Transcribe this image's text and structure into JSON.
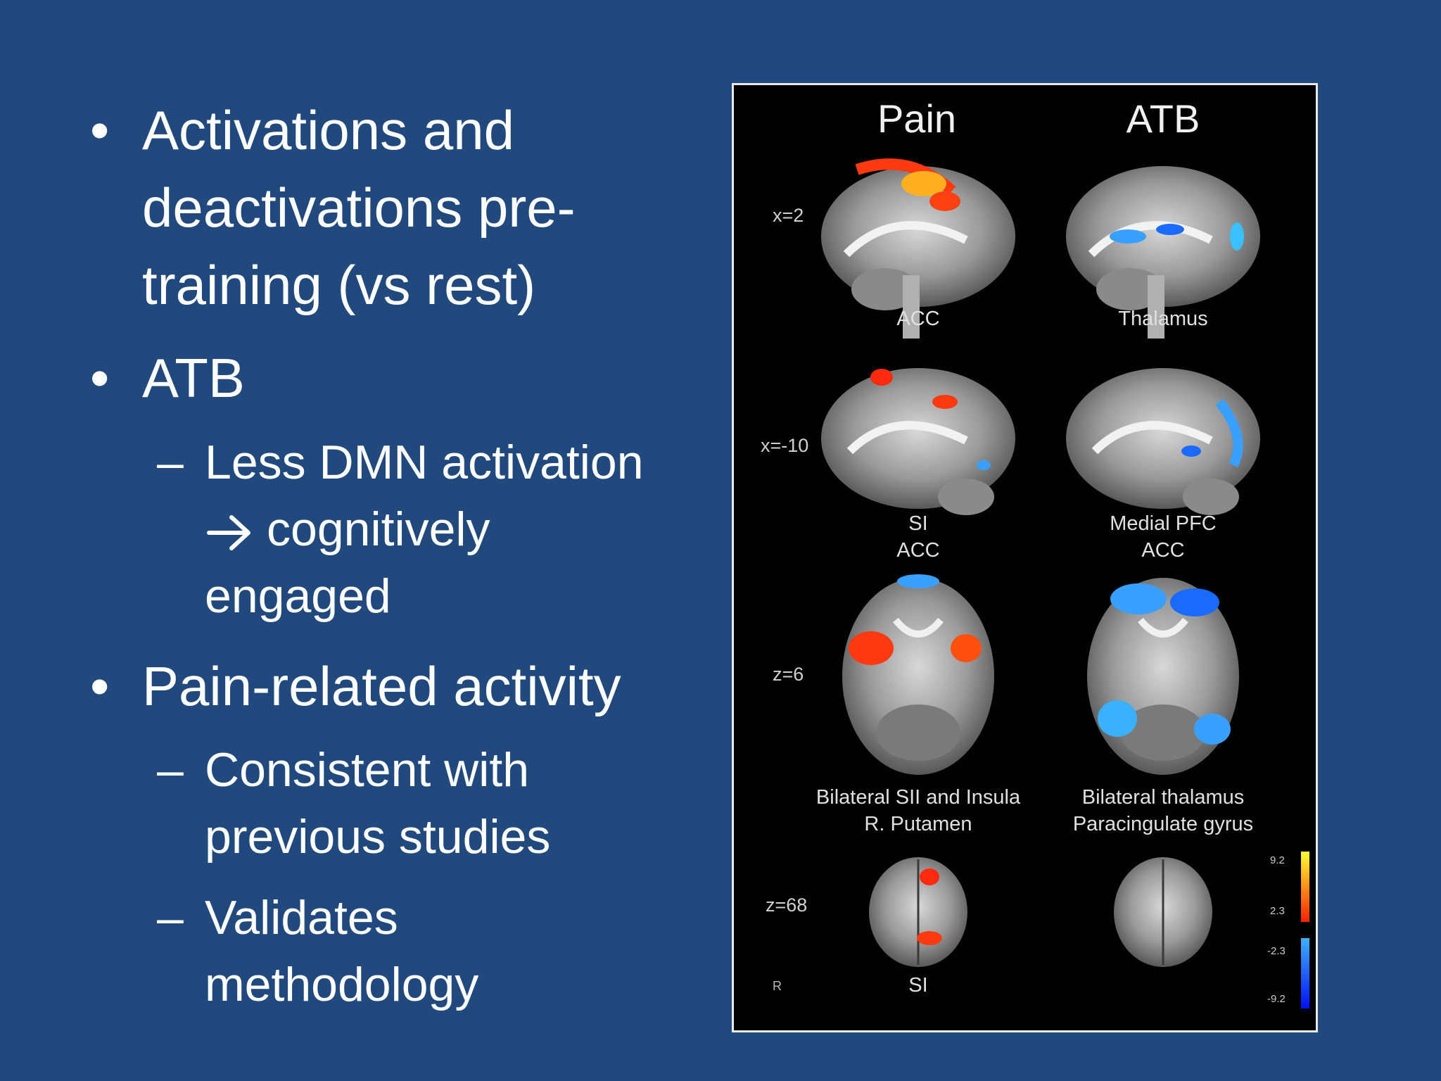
{
  "bullets": [
    {
      "level": 1,
      "lines": [
        "Activations and",
        "deactivations pre-",
        "training (vs rest)"
      ]
    },
    {
      "level": 1,
      "lines": [
        "ATB"
      ]
    },
    {
      "level": 2,
      "lines": [
        "Less DMN activation",
        "cognitively",
        "engaged"
      ],
      "arrow_before_line": 1
    },
    {
      "level": 1,
      "lines": [
        "Pain-related activity"
      ]
    },
    {
      "level": 2,
      "lines": [
        "Consistent with",
        "previous studies"
      ]
    },
    {
      "level": 2,
      "lines": [
        "Validates",
        "methodology"
      ]
    }
  ],
  "bullet_symbol": "•",
  "dash_symbol": "–",
  "figure": {
    "columns": [
      "Pain",
      "ATB"
    ],
    "rows": [
      {
        "coord": "x=2",
        "pain_labels": [
          "ACC"
        ],
        "atb_labels": [
          "Thalamus"
        ]
      },
      {
        "coord": "x=-10",
        "pain_labels": [
          "SI",
          "ACC"
        ],
        "atb_labels": [
          "Medial PFC",
          "ACC"
        ]
      },
      {
        "coord": "z=6",
        "pain_labels": [
          "Bilateral SII and Insula",
          "R. Putamen"
        ],
        "atb_labels": [
          "Bilateral thalamus",
          "Paracingulate gyrus"
        ]
      },
      {
        "coord": "z=68",
        "pain_labels": [
          "SI"
        ],
        "atb_labels": []
      }
    ],
    "r_marker": "R",
    "colorbar": {
      "labels": [
        "9.2",
        "2.3",
        "-2.3",
        "-9.2"
      ],
      "positive_colors": [
        "#ffff30",
        "#ff2000"
      ],
      "negative_colors": [
        "#40b0ff",
        "#0010ff"
      ]
    }
  },
  "colors": {
    "background": "#21497e",
    "text": "#ffffff",
    "activation": "#ff3a10",
    "deactivation": "#3aa0ff"
  }
}
